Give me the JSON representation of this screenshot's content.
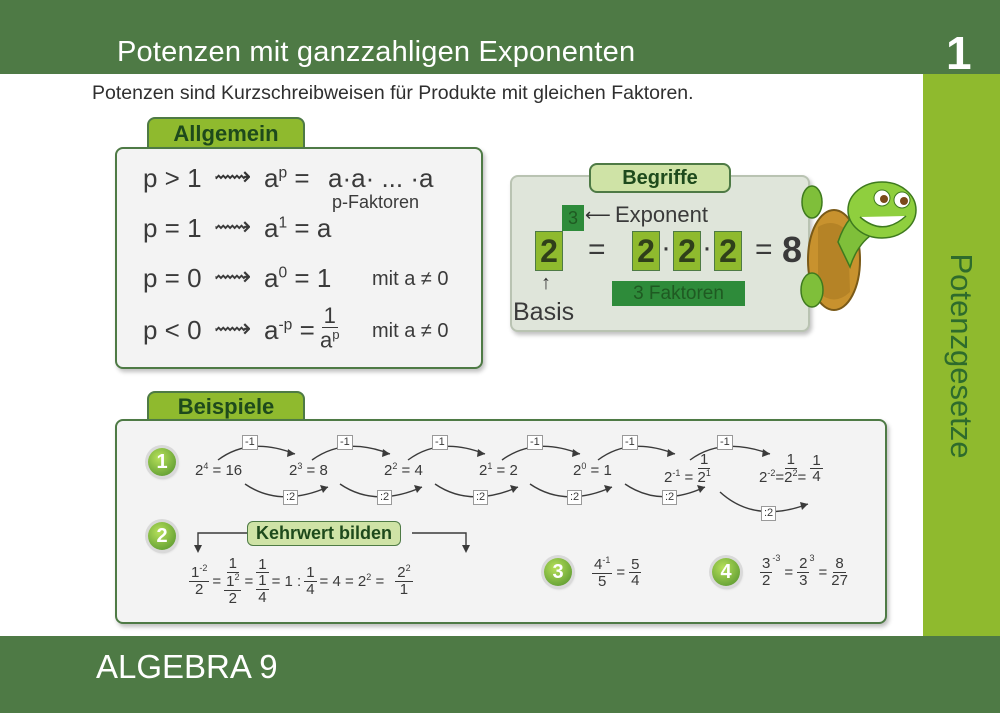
{
  "header": {
    "title": "Potenzen mit ganzzahligen Exponenten",
    "page_number": "1"
  },
  "sidebar": {
    "label": "Potenzgesetze"
  },
  "footer": {
    "label": "ALGEBRA 9"
  },
  "intro": "Potenzen sind Kurzschreibweisen für Produkte mit gleichen Faktoren.",
  "allgemein": {
    "tab": "Allgemein",
    "rows": [
      {
        "cond": "p > 1",
        "lhs_base": "a",
        "lhs_exp": "p",
        "rhs": "a·a· ... ·a",
        "note": "p-Faktoren"
      },
      {
        "cond": "p = 1",
        "lhs_base": "a",
        "lhs_exp": "1",
        "rhs": "a"
      },
      {
        "cond": "p = 0",
        "lhs_base": "a",
        "lhs_exp": "0",
        "rhs": "1",
        "note": "mit a ≠ 0"
      },
      {
        "cond": "p < 0",
        "lhs_base": "a",
        "lhs_exp": "-p",
        "rhs_num": "1",
        "rhs_den_base": "a",
        "rhs_den_exp": "p",
        "note": "mit a ≠ 0"
      }
    ],
    "arrow": "⟿",
    "equals": "="
  },
  "begriffe": {
    "tab": "Begriffe",
    "base": "2",
    "exponent": "3",
    "exponent_label": "Exponent",
    "factor": "2",
    "dot": "·",
    "equals": "=",
    "result": "8",
    "factors_label": "3 Faktoren",
    "base_label": "Basis"
  },
  "beispiele": {
    "tab": "Beispiele",
    "ex1": {
      "number": "1",
      "terms": [
        {
          "base": "2",
          "exp": "4",
          "val": "16"
        },
        {
          "base": "2",
          "exp": "3",
          "val": "8"
        },
        {
          "base": "2",
          "exp": "2",
          "val": "4"
        },
        {
          "base": "2",
          "exp": "1",
          "val": "2"
        },
        {
          "base": "2",
          "exp": "0",
          "val": "1"
        },
        {
          "base": "2",
          "exp": "-1",
          "val_num": "1",
          "val_den": "2",
          "val_den_exp": "1"
        },
        {
          "base": "2",
          "exp": "-2",
          "val_num": "1",
          "val_den": "2",
          "val_den_exp": "2",
          "val2_num": "1",
          "val2_den": "4"
        }
      ],
      "top_op": "-1",
      "bottom_op": ":2"
    },
    "ex2": {
      "number": "2",
      "chip": "Kehrwert bilden",
      "expr": {
        "f1_num_base": "1",
        "f1_num_exp": "-2",
        "f1_den": "2",
        "f2_num": "1",
        "f2_den_base": "1",
        "f2_den_exp": "2",
        "f2_den_den": "2",
        "f3_num": "1",
        "f3_den_num": "1",
        "f3_den_den": "4",
        "mid": "= 1 :",
        "f4_num": "1",
        "f4_den": "4",
        "tail": "= 4 = 2",
        "tail_exp": "2",
        "f5_num_base": "2",
        "f5_num_exp": "2",
        "f5_den": "1"
      }
    },
    "ex3": {
      "number": "3",
      "num_base": "4",
      "num_exp": "-1",
      "den": "5",
      "rhs_num": "5",
      "rhs_den": "4"
    },
    "ex4": {
      "number": "4",
      "lhs_num": "3",
      "lhs_den": "2",
      "lhs_exp": "-3",
      "mid_num": "2",
      "mid_den": "3",
      "mid_exp": "3",
      "rhs_num": "8",
      "rhs_den": "27"
    }
  },
  "colors": {
    "dark_green": "#4e7a45",
    "light_green": "#8fba2e",
    "panel_bg": "#f3f3f3"
  }
}
